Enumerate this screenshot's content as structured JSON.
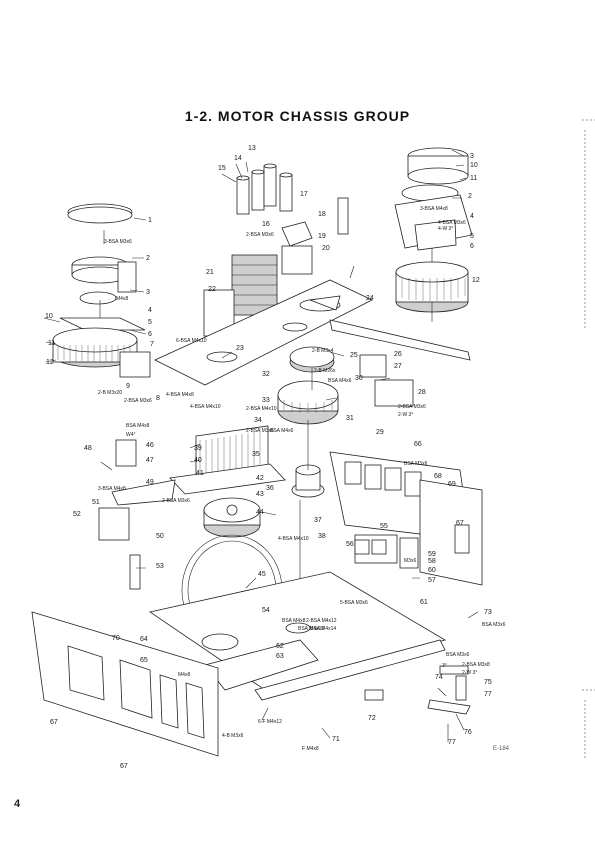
{
  "title": "1-2.  MOTOR CHASSIS GROUP",
  "page_number": "4",
  "figure_code": "E-184",
  "part_labels": [
    "1",
    "2",
    "3",
    "4",
    "5",
    "6",
    "7",
    "8",
    "9",
    "10",
    "11",
    "12",
    "13",
    "14",
    "15",
    "16",
    "17",
    "18",
    "19",
    "20",
    "21",
    "22",
    "23",
    "24",
    "25",
    "26",
    "27",
    "28",
    "29",
    "30",
    "31",
    "32",
    "33",
    "34",
    "35",
    "36",
    "37",
    "38",
    "39",
    "40",
    "41",
    "42",
    "43",
    "44",
    "45",
    "46",
    "47",
    "48",
    "49",
    "50",
    "51",
    "52",
    "53",
    "54",
    "55",
    "56",
    "57",
    "58",
    "59",
    "60",
    "61",
    "62",
    "63",
    "64",
    "65",
    "66",
    "67",
    "68",
    "69",
    "70",
    "71",
    "72",
    "73",
    "74",
    "75",
    "76",
    "77"
  ],
  "screw_labels": [
    "3-BSA M3x6",
    "M4x8",
    "2-B M3x20",
    "4-BSA M4x8",
    "2-BSA M3x6",
    "2-BSA M3x6",
    "3-BSA M4x8",
    "4-BSA M3x6",
    "4-W 3°",
    "6-BSA M4x10",
    "4-BSA M4x10",
    "2-B M3x4",
    "2-B M26x",
    "2-BSA M3x6",
    "2-W 3°",
    "BSA M4x6",
    "2-BSA M4x10",
    "2-BSA M3x6",
    "BSA M4x8",
    "W4°",
    "3-BSA M4x8",
    "2-BSA M3x6",
    "4-BSA M4x10",
    "BSA M4x6",
    "BSA M4x8",
    "2-BSA M4x12",
    "BSA M4x12",
    "BSA M4x14",
    "M4x8",
    "4-B M3x6",
    "6-F M4x12",
    "F M4x8",
    "BSA M3x6",
    "BSA M3x6",
    "2-BSA M3x8",
    "2-W 3°",
    "3°",
    "M3x6",
    "BSA M3x6",
    "5-BSA M3x6"
  ]
}
